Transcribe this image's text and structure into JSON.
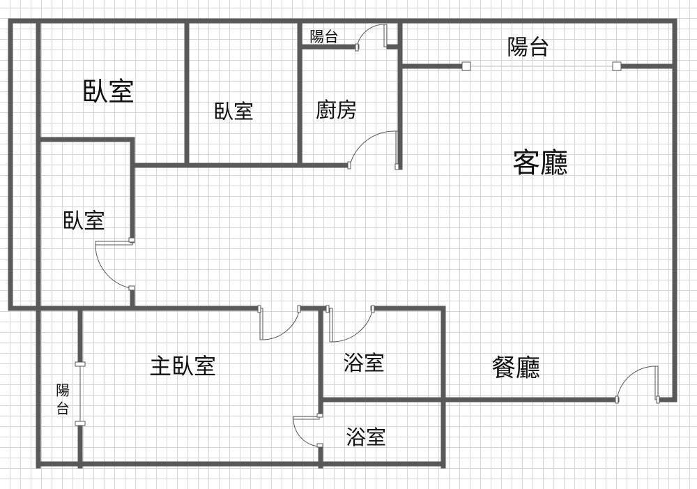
{
  "floor_plan": {
    "rooms": {
      "bedroom_top_left": "臥室",
      "bedroom_top_middle": "臥室",
      "kitchen": "廚房",
      "kitchen_balcony": "陽台",
      "living_balcony": "陽台",
      "living_room": "客廳",
      "bedroom_left": "臥室",
      "master_bedroom": "主臥室",
      "bathroom_upper": "浴室",
      "dining_room": "餐廳",
      "bathroom_lower": "浴室",
      "master_balcony": "陽台"
    },
    "colors": {
      "wall": "#595959",
      "grid": "#d6d6d6"
    }
  }
}
